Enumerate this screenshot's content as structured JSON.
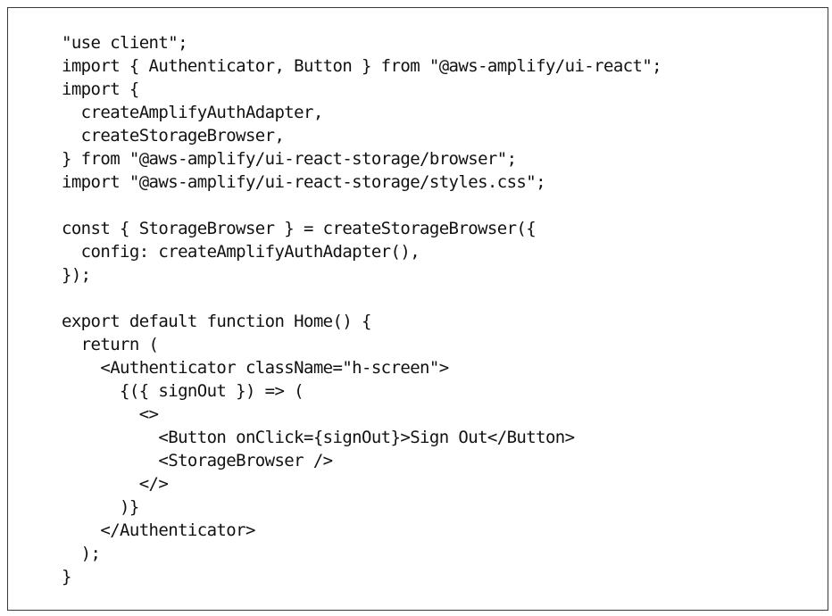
{
  "code": {
    "lines": [
      "\"use client\";",
      "import { Authenticator, Button } from \"@aws-amplify/ui-react\";",
      "import {",
      "  createAmplifyAuthAdapter,",
      "  createStorageBrowser,",
      "} from \"@aws-amplify/ui-react-storage/browser\";",
      "import \"@aws-amplify/ui-react-storage/styles.css\";",
      "",
      "const { StorageBrowser } = createStorageBrowser({",
      "  config: createAmplifyAuthAdapter(),",
      "});",
      "",
      "export default function Home() {",
      "  return (",
      "    <Authenticator className=\"h-screen\">",
      "      {({ signOut }) => (",
      "        <>",
      "          <Button onClick={signOut}>Sign Out</Button>",
      "          <StorageBrowser />",
      "        </>",
      "      )}",
      "    </Authenticator>",
      "  );",
      "}"
    ]
  }
}
